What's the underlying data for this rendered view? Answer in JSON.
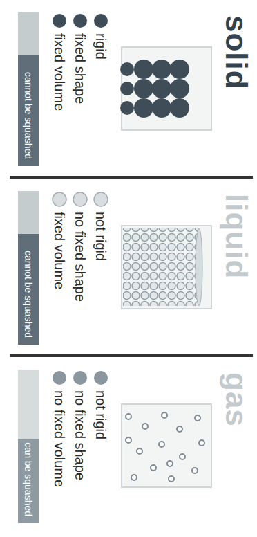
{
  "diagram": {
    "nodes": [
      {
        "text": [
          "cannot be squashed"
        ]
      },
      {
        "text": [
          "cannot be squashed"
        ]
      },
      {
        "text": [
          "can be squashed"
        ]
      }
    ],
    "labels": [
      "solid",
      "rigid",
      "fixed shape",
      "fixed volume",
      "liquid",
      "not rigid",
      "no fixed shape",
      "fixed volume",
      "gas",
      "not rigid",
      "no fixed shape",
      "no fixed volume"
    ]
  }
}
